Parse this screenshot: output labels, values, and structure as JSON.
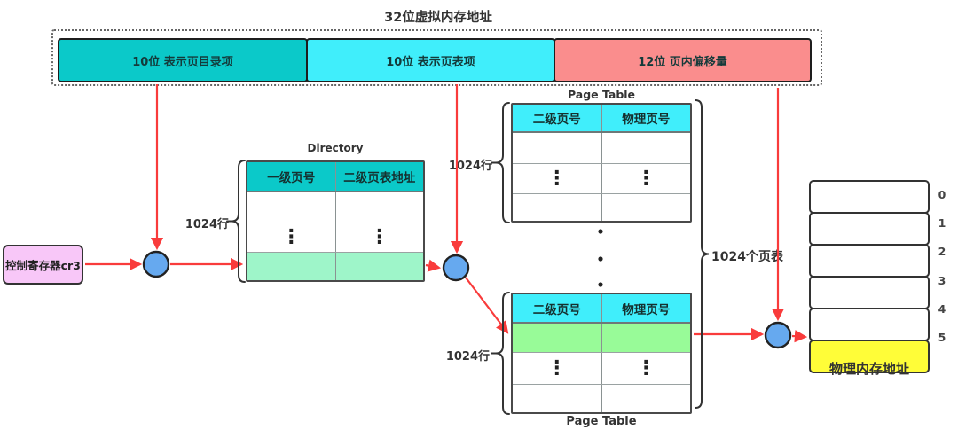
{
  "title": "32位虚拟内存地址",
  "bar": {
    "segments": [
      {
        "label": "10位 表示页目录项",
        "color": "#0bc9c9"
      },
      {
        "label": "10位 表示页表项",
        "color": "#40eefb"
      },
      {
        "label": "12位  页内偏移量",
        "color": "#fa8d8d"
      }
    ]
  },
  "cr3": {
    "label": "控制寄存器cr3",
    "color": "#f8c7f8"
  },
  "directory": {
    "title": "Directory",
    "rows_label": "1024行",
    "headers": [
      "一级页号",
      "二级页表地址"
    ],
    "header_color": "#0bc9c9",
    "highlight_color": "#9ef5c9"
  },
  "pt_top": {
    "title": "Page Table",
    "rows_label": "1024行",
    "headers": [
      "二级页号",
      "物理页号"
    ],
    "header_color": "#40eefb"
  },
  "pt_bottom": {
    "title": "Page Table",
    "rows_label": "1024行",
    "headers": [
      "二级页号",
      "物理页号"
    ],
    "header_color": "#40eefb",
    "highlight_color": "#98fb98"
  },
  "page_tables_count_label": "1024个页表",
  "memory": {
    "label": "物理内存地址",
    "slots": [
      "0",
      "1",
      "2",
      "3",
      "4",
      "5"
    ],
    "highlight_index": 5,
    "highlight_color": "#fffd38"
  },
  "glyphs": {
    "vdots": "⋮"
  },
  "colors": {
    "arrow": "#f93b3b",
    "node_fill": "#66a9ef",
    "node_border": "#222222"
  }
}
